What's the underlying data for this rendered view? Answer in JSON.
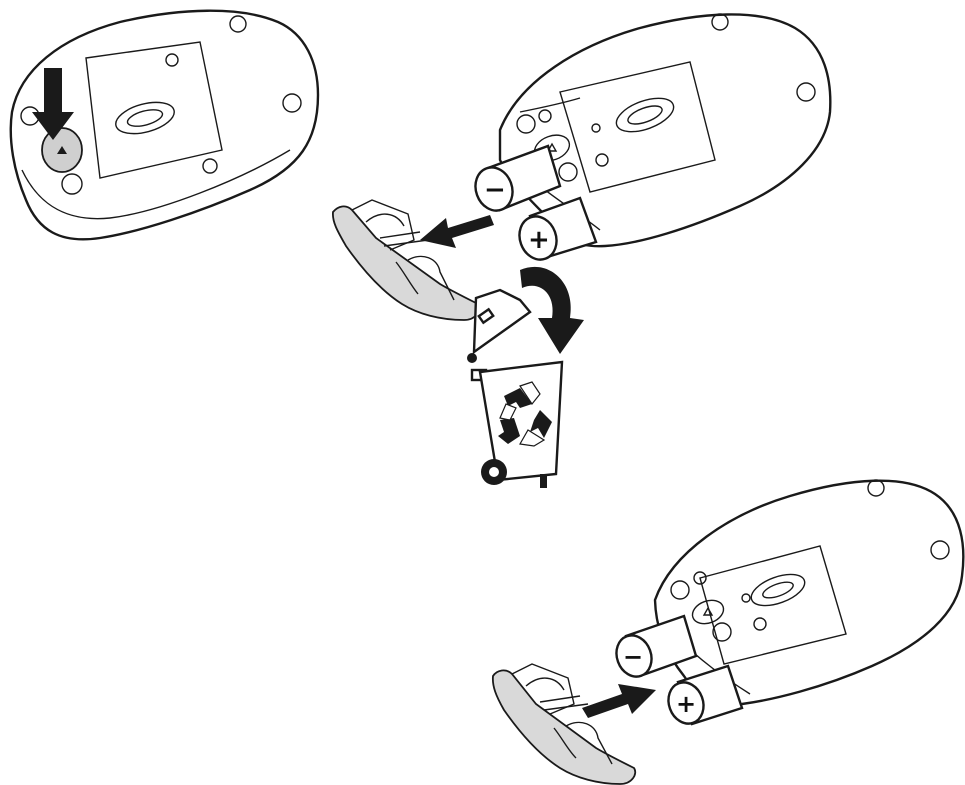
{
  "illustration": {
    "steps": [
      {
        "name": "press-release-button",
        "arrow": "down"
      },
      {
        "name": "remove-cover",
        "arrow": "left"
      },
      {
        "name": "recycle-old-batteries",
        "arrow": "curved-down"
      },
      {
        "name": "insert-cover",
        "arrow": "right"
      }
    ],
    "battery_signs": {
      "minus": "−",
      "plus": "+"
    },
    "icons": [
      "arrow-down-icon",
      "arrow-left-icon",
      "curved-arrow-icon",
      "recycle-bin-icon",
      "recycle-symbol-icon",
      "arrow-right-icon"
    ],
    "colors": {
      "line": "#1a1a1a",
      "fill": "#ffffff",
      "cover": "#d9d9d9"
    }
  }
}
